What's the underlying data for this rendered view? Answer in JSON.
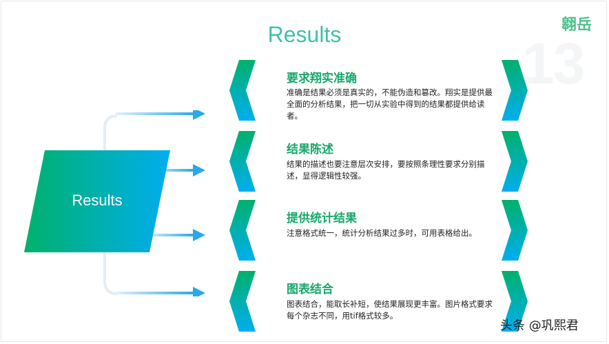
{
  "slide": {
    "title": "Results",
    "page_number": "13",
    "logo_text": "翱岳",
    "left_box_label": "Results",
    "items": [
      {
        "heading": "要求翔实准确",
        "body": "准确是结果必须是真实的，不能伪造和篡改。翔实是提供最全面的分析结果，把一切从实验中得到的结果都提供给读者。"
      },
      {
        "heading": "结果陈述",
        "body": "结果的描述也要注意层次安排，要按照条理性要求分别描述，显得逻辑性较强。"
      },
      {
        "heading": "提供统计结果",
        "body": "注意格式统一，统计分析结果过多时，可用表格给出。"
      },
      {
        "heading": "图表结合",
        "body": "图表结合，能取长补短，使结果展现更丰富。图片格式要求每个杂志不同，用tif格式较多。"
      }
    ],
    "watermark": "头条 @巩熙君"
  },
  "colors": {
    "accent_blue": "#00aeef",
    "accent_green": "#00b16a",
    "heading_green": "#17a86b"
  }
}
